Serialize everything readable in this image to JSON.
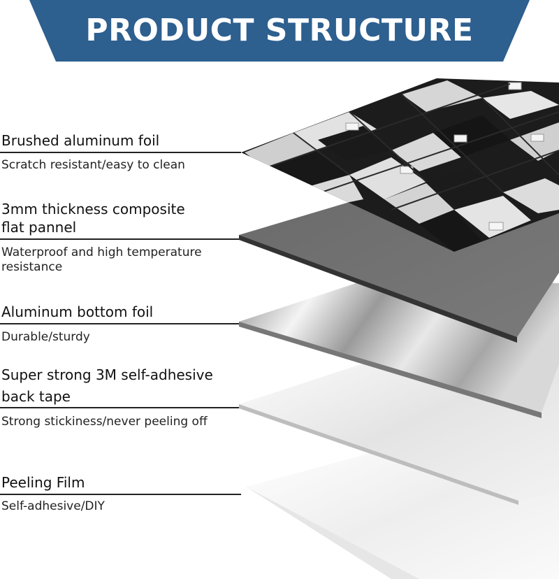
{
  "header": {
    "title": "PRODUCT STRUCTURE"
  },
  "colors": {
    "banner": "#2d5f8f",
    "tile_dark": "#1c1c1c",
    "tile_light": "#dcdcdc",
    "panel_gray": "#6e6e6e",
    "foil_silver": "#c8c8c8",
    "tape_white": "#eeeeee",
    "film_white": "#f4f4f4"
  },
  "layers": [
    {
      "title": "Brushed aluminum foil",
      "description": "Scratch resistant/easy to clean"
    },
    {
      "title_lines": [
        "3mm thickness composite",
        "flat pannel"
      ],
      "description_lines": [
        "Waterproof and high temperature",
        "resistance"
      ]
    },
    {
      "title": "Aluminum bottom foil",
      "description": "Durable/sturdy"
    },
    {
      "title_lines": [
        "Super strong 3M self-adhesive",
        "back tape"
      ],
      "description": "Strong stickiness/never peeling off"
    },
    {
      "title": "Peeling Film",
      "description": "Self-adhesive/DIY"
    }
  ]
}
